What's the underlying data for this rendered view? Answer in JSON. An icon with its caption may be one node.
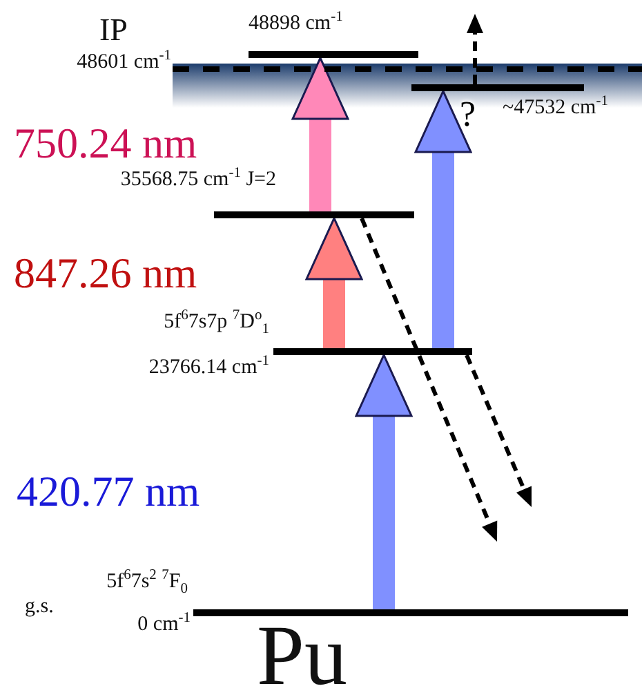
{
  "diagram": {
    "nodes": [
      {
        "text": [
          "48898 cm$^{-1}$"
        ]
      },
      {
        "text": [
          "IP",
          "48601 cm$^{-1}$"
        ]
      },
      {
        "text": [
          "~47532 cm$^{-1}$"
        ]
      },
      {
        "text": [
          "35568.75 cm$^{-1}$ J=2"
        ]
      },
      {
        "text": [
          "5f$^{6}$7s7p $^{7}$D$^{o}$$_{1}$",
          "23766.14 cm$^{-1}$"
        ]
      },
      {
        "text": [
          "5f$^{6}$7s$^{2}$ $^{7}$F$_{0}$",
          "0 cm$^{-1}$"
        ]
      }
    ],
    "edges": [
      {
        "from": 5,
        "to": 4,
        "arrow": "to",
        "color": "#8090ff"
      },
      {
        "from": 4,
        "to": 3,
        "arrow": "to",
        "color": "#ff8080"
      },
      {
        "from": 3,
        "to": 0,
        "arrow": "to",
        "color": "#ff88b8"
      },
      {
        "from": 4,
        "to": 2,
        "arrow": "to",
        "color": "#8090ff"
      },
      {
        "from": 2,
        "to": 1,
        "arrow": "to",
        "style": "dashed"
      },
      {
        "from": 3,
        "to": null,
        "arrow": "to",
        "style": "dashed"
      },
      {
        "from": 4,
        "to": null,
        "arrow": "to",
        "style": "dashed"
      }
    ],
    "labels": [
      "?",
      "750.24 nm",
      "847.26 nm",
      "420.77 nm",
      "g.s.",
      "Pu"
    ]
  }
}
